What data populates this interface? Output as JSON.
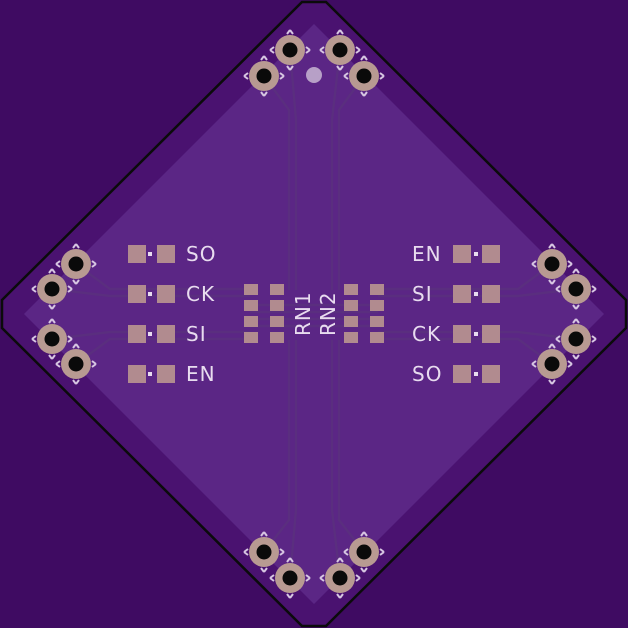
{
  "board": {
    "colors": {
      "background": "#3f0b62",
      "board_fill": "#4a1270",
      "copper_pour": "#5b2685",
      "outline": "#0b0b0b",
      "silkscreen": "#e8dcef",
      "pad": "#b18b8f",
      "trace": "#5a2e7f"
    },
    "left_labels": [
      "SO",
      "CK",
      "SI",
      "EN"
    ],
    "right_labels": [
      "EN",
      "SI",
      "CK",
      "SO"
    ],
    "designators": [
      "RN1",
      "RN2"
    ]
  }
}
